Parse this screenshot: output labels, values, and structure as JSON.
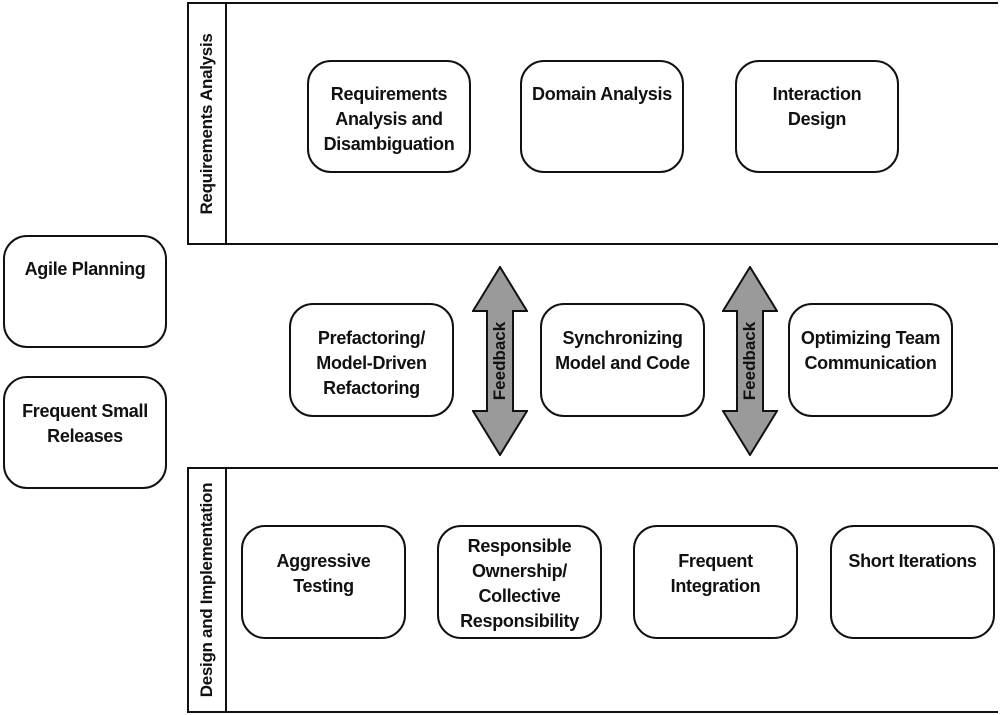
{
  "bands": {
    "requirements": {
      "label": "Requirements Analysis"
    },
    "design": {
      "label": "Design and Implementation"
    }
  },
  "boxes": {
    "agile_planning": "Agile Planning",
    "frequent_small_releases": "Frequent Small\nReleases",
    "requirements_analysis_disambiguation": "Requirements\nAnalysis and\nDisambiguation",
    "domain_analysis": "Domain Analysis",
    "interaction_design": "Interaction Design",
    "prefactoring": "Prefactoring/\nModel-Driven\nRefactoring",
    "synchronizing": "Synchronizing\nModel and Code",
    "optimizing_team_communication": "Optimizing Team\nCommunication",
    "aggressive_testing": "Aggressive\nTesting",
    "responsible_ownership": "Responsible\nOwnership/\nCollective\nResponsibility",
    "frequent_integration": "Frequent\nIntegration",
    "short_iterations": "Short Iterations"
  },
  "arrows": {
    "feedback_left": "Feedback",
    "feedback_right": "Feedback"
  },
  "colors": {
    "arrow_fill": "#9a9a9a",
    "stroke": "#111111"
  }
}
